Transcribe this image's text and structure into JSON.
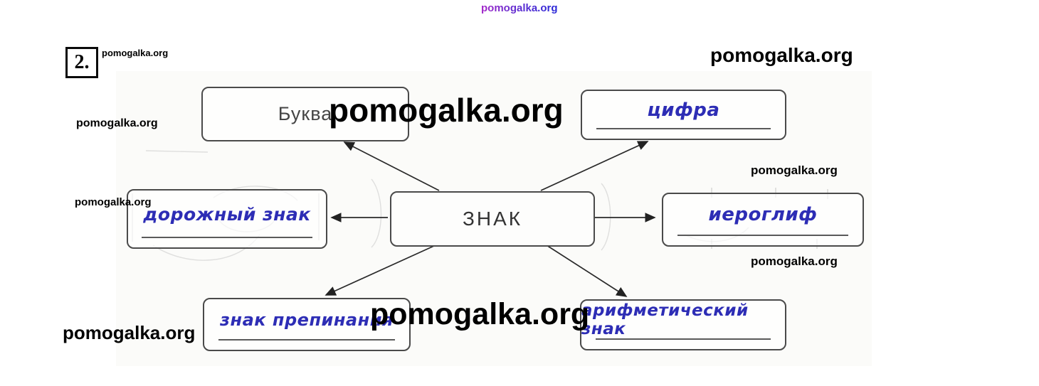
{
  "watermark": "pomogalka.org",
  "task": {
    "number": "2."
  },
  "diagram": {
    "center_label": "ЗНАК",
    "nodes": {
      "letter": "Буква",
      "digit": "цифра",
      "road_sign": "дорожный знак",
      "hieroglyph": "иероглиф",
      "punctuation": "знак препинания",
      "arithmetic": "арифметический знак"
    }
  },
  "colors": {
    "handwriting_ink": "#2d2db5",
    "watermark_text": "#000000",
    "watermark_gradient_start": "#a428c9",
    "watermark_gradient_end": "#2929d8",
    "box_border": "#4a4a4a"
  }
}
